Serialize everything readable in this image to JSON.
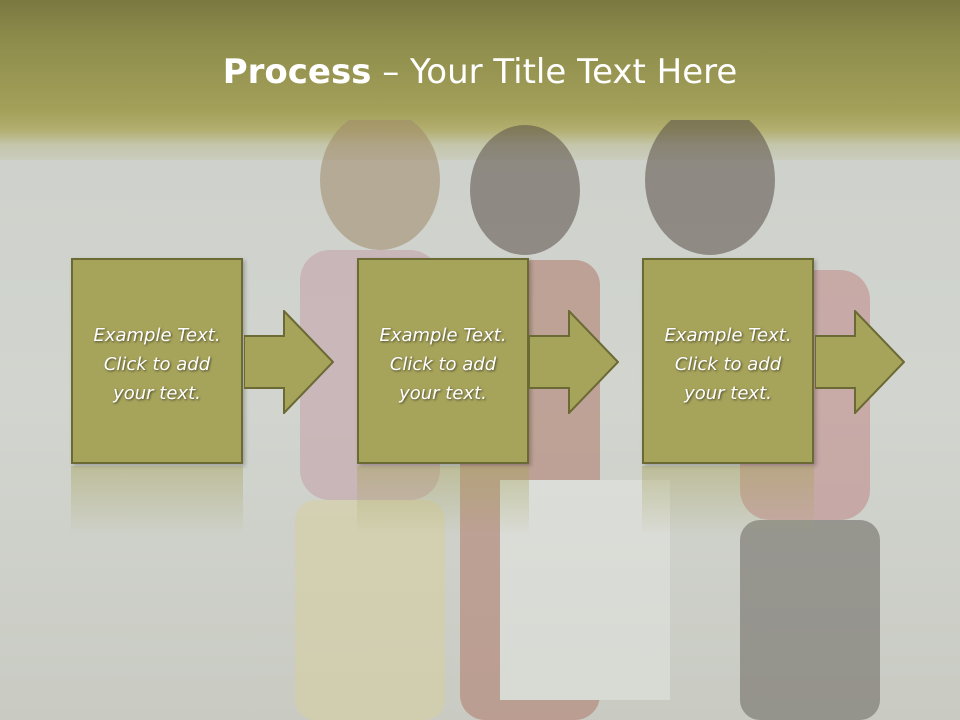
{
  "slide": {
    "title_bold": "Process",
    "title_rest": " – Your Title Text Here",
    "boxes": [
      {
        "line1": "Example Text.",
        "line2": "Click  to add",
        "line3": "your text."
      },
      {
        "line1": "Example Text.",
        "line2": "Click  to add",
        "line3": "your text."
      },
      {
        "line1": "Example Text.",
        "line2": "Click  to add",
        "line3": "your text."
      }
    ],
    "colors": {
      "accent": "#a6a35b",
      "border": "#6b6934",
      "header": "#8e8c4b",
      "background": "#d2d5cf"
    },
    "icons": [
      "right-arrow-icon",
      "right-arrow-icon",
      "right-arrow-icon"
    ]
  }
}
